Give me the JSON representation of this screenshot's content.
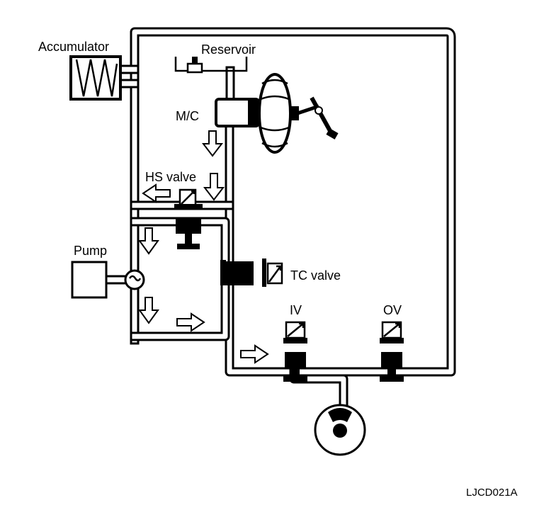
{
  "labels": {
    "accumulator": "Accumulator",
    "reservoir": "Reservoir",
    "mc": "M/C",
    "hs_valve": "HS valve",
    "pump": "Pump",
    "tc_valve": "TC valve",
    "iv": "IV",
    "ov": "OV",
    "figure_code": "LJCD021A"
  }
}
